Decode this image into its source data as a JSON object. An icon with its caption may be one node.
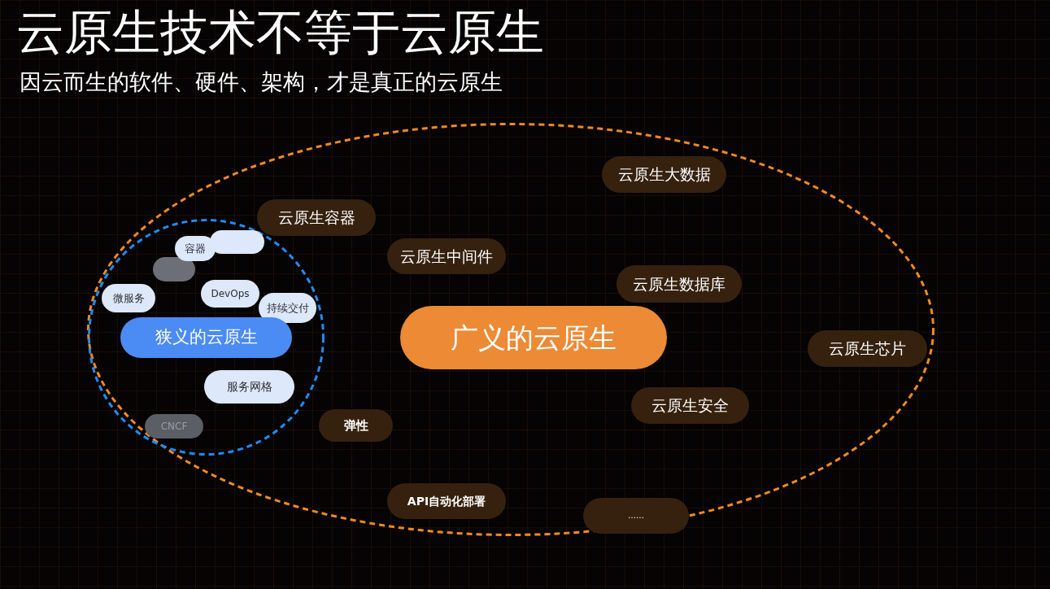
{
  "diagram": {
    "title": "云原生技术不等于云原生",
    "nodes": [
      {
        "text": [],
        "shape": "ellipse"
      },
      {
        "text": [
          "云原生大数据"
        ],
        "in": 0
      },
      {
        "text": [
          "云原生容器"
        ],
        "in": 0
      },
      {
        "text": [
          "云原生中间件"
        ],
        "in": 0
      },
      {
        "text": [
          "云原生数据库"
        ],
        "in": 0
      },
      {
        "text": [
          "广义的云原生"
        ],
        "in": 0
      },
      {
        "text": [
          "云原生芯片"
        ],
        "in": 0
      },
      {
        "text": [
          "云原生安全"
        ],
        "in": 0
      },
      {
        "text": [
          "弹性"
        ],
        "in": 0
      },
      {
        "text": [
          "API自动化部署"
        ],
        "in": 0
      },
      {
        "text": [
          "……"
        ],
        "in": 0
      },
      {
        "text": [],
        "shape": "circle",
        "in": 0
      },
      {
        "text": [
          "容器"
        ],
        "in": 11
      },
      {
        "text": [],
        "shape": "pill",
        "in": 11
      },
      {
        "text": [],
        "shape": "pill",
        "in": 11
      },
      {
        "text": [
          "微服务"
        ],
        "in": 11
      },
      {
        "text": [
          "DevOps"
        ],
        "in": 11
      },
      {
        "text": [
          "持续交付"
        ],
        "in": 11
      },
      {
        "text": [
          "狭义的云原生"
        ],
        "in": 11
      },
      {
        "text": [
          "服务网格"
        ],
        "in": 11
      },
      {
        "text": [
          "CNCF"
        ],
        "in": 11
      }
    ],
    "labels": [
      "因云而生的软件、硬件、架构，才是真正的云原生"
    ]
  }
}
